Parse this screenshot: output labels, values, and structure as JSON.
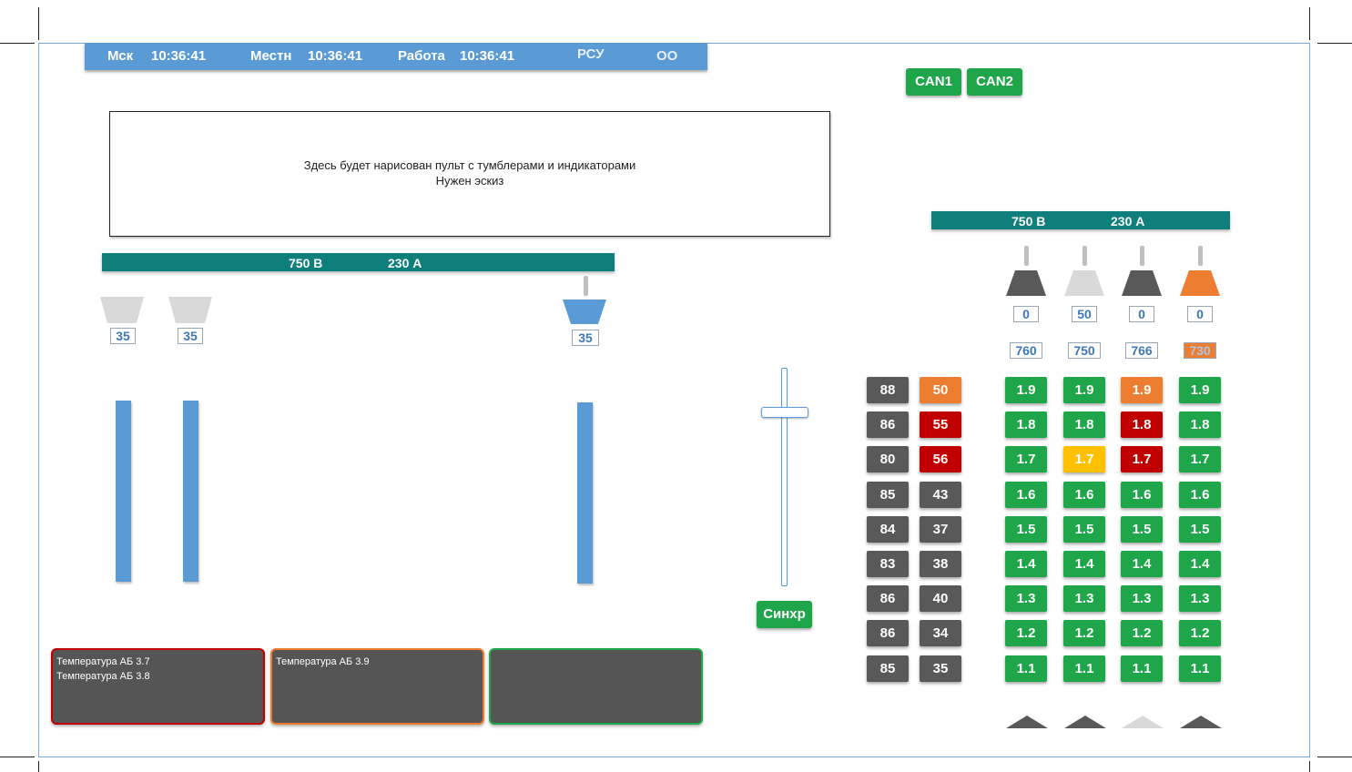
{
  "clock": {
    "msk_label": "Мск",
    "msk_time": "10:36:41",
    "local_label": "Местн",
    "local_time": "10:36:41",
    "work_label": "Работа",
    "work_time": "10:36:41",
    "rsu": "РСУ",
    "oo": "ОО"
  },
  "can": {
    "can1": "CAN1",
    "can2": "CAN2"
  },
  "sketch": {
    "line1": "Здесь будет нарисован пульт с тумблерами и индикаторами",
    "line2": "Нужен эскиз"
  },
  "left_bus": {
    "voltage": "750 В",
    "current": "230 А"
  },
  "left_units": [
    {
      "value": "35",
      "color": "#d9d9d9"
    },
    {
      "value": "35",
      "color": "#d9d9d9"
    },
    {
      "value": "35",
      "color": "#5b9bd5"
    }
  ],
  "sync_button": "Синхр",
  "right_bus": {
    "voltage": "750 В",
    "current": "230 А"
  },
  "right_units": [
    {
      "top_value": "0",
      "bottom_value": "760",
      "color": "#595959"
    },
    {
      "top_value": "50",
      "bottom_value": "750",
      "color": "#d9d9d9"
    },
    {
      "top_value": "0",
      "bottom_value": "766",
      "color": "#595959"
    },
    {
      "top_value": "0",
      "bottom_value": "730",
      "color": "#ed7d31"
    }
  ],
  "table_rows": [
    {
      "a": "88",
      "b": "50",
      "b_status": "o",
      "cells": [
        [
          "1.9",
          "g"
        ],
        [
          "1.9",
          "g"
        ],
        [
          "1.9",
          "o"
        ],
        [
          "1.9",
          "g"
        ]
      ]
    },
    {
      "a": "86",
      "b": "55",
      "b_status": "r",
      "cells": [
        [
          "1.8",
          "g"
        ],
        [
          "1.8",
          "g"
        ],
        [
          "1.8",
          "r"
        ],
        [
          "1.8",
          "g"
        ]
      ]
    },
    {
      "a": "80",
      "b": "56",
      "b_status": "r",
      "cells": [
        [
          "1.7",
          "g"
        ],
        [
          "1.7",
          "y"
        ],
        [
          "1.7",
          "r"
        ],
        [
          "1.7",
          "g"
        ]
      ]
    },
    {
      "a": "85",
      "b": "43",
      "b_status": "d",
      "cells": [
        [
          "1.6",
          "g"
        ],
        [
          "1.6",
          "g"
        ],
        [
          "1.6",
          "g"
        ],
        [
          "1.6",
          "g"
        ]
      ]
    },
    {
      "a": "84",
      "b": "37",
      "b_status": "d",
      "cells": [
        [
          "1.5",
          "g"
        ],
        [
          "1.5",
          "g"
        ],
        [
          "1.5",
          "g"
        ],
        [
          "1.5",
          "g"
        ]
      ]
    },
    {
      "a": "83",
      "b": "38",
      "b_status": "d",
      "cells": [
        [
          "1.4",
          "g"
        ],
        [
          "1.4",
          "g"
        ],
        [
          "1.4",
          "g"
        ],
        [
          "1.4",
          "g"
        ]
      ]
    },
    {
      "a": "86",
      "b": "40",
      "b_status": "d",
      "cells": [
        [
          "1.3",
          "g"
        ],
        [
          "1.3",
          "g"
        ],
        [
          "1.3",
          "g"
        ],
        [
          "1.3",
          "g"
        ]
      ]
    },
    {
      "a": "86",
      "b": "34",
      "b_status": "d",
      "cells": [
        [
          "1.2",
          "g"
        ],
        [
          "1.2",
          "g"
        ],
        [
          "1.2",
          "g"
        ],
        [
          "1.2",
          "g"
        ]
      ]
    },
    {
      "a": "85",
      "b": "35",
      "b_status": "d",
      "cells": [
        [
          "1.1",
          "g"
        ],
        [
          "1.1",
          "g"
        ],
        [
          "1.1",
          "g"
        ],
        [
          "1.1",
          "g"
        ]
      ]
    }
  ],
  "bottom_arrows": [
    "#595959",
    "#595959",
    "#d9d9d9",
    "#595959"
  ],
  "alarms": [
    {
      "border": "#c00000",
      "lines": [
        "Температура АБ 3.7",
        "Температура АБ 3.8"
      ]
    },
    {
      "border": "#ed7d31",
      "lines": [
        "Температура АБ 3.9"
      ]
    },
    {
      "border": "#1fa64a",
      "lines": []
    }
  ]
}
